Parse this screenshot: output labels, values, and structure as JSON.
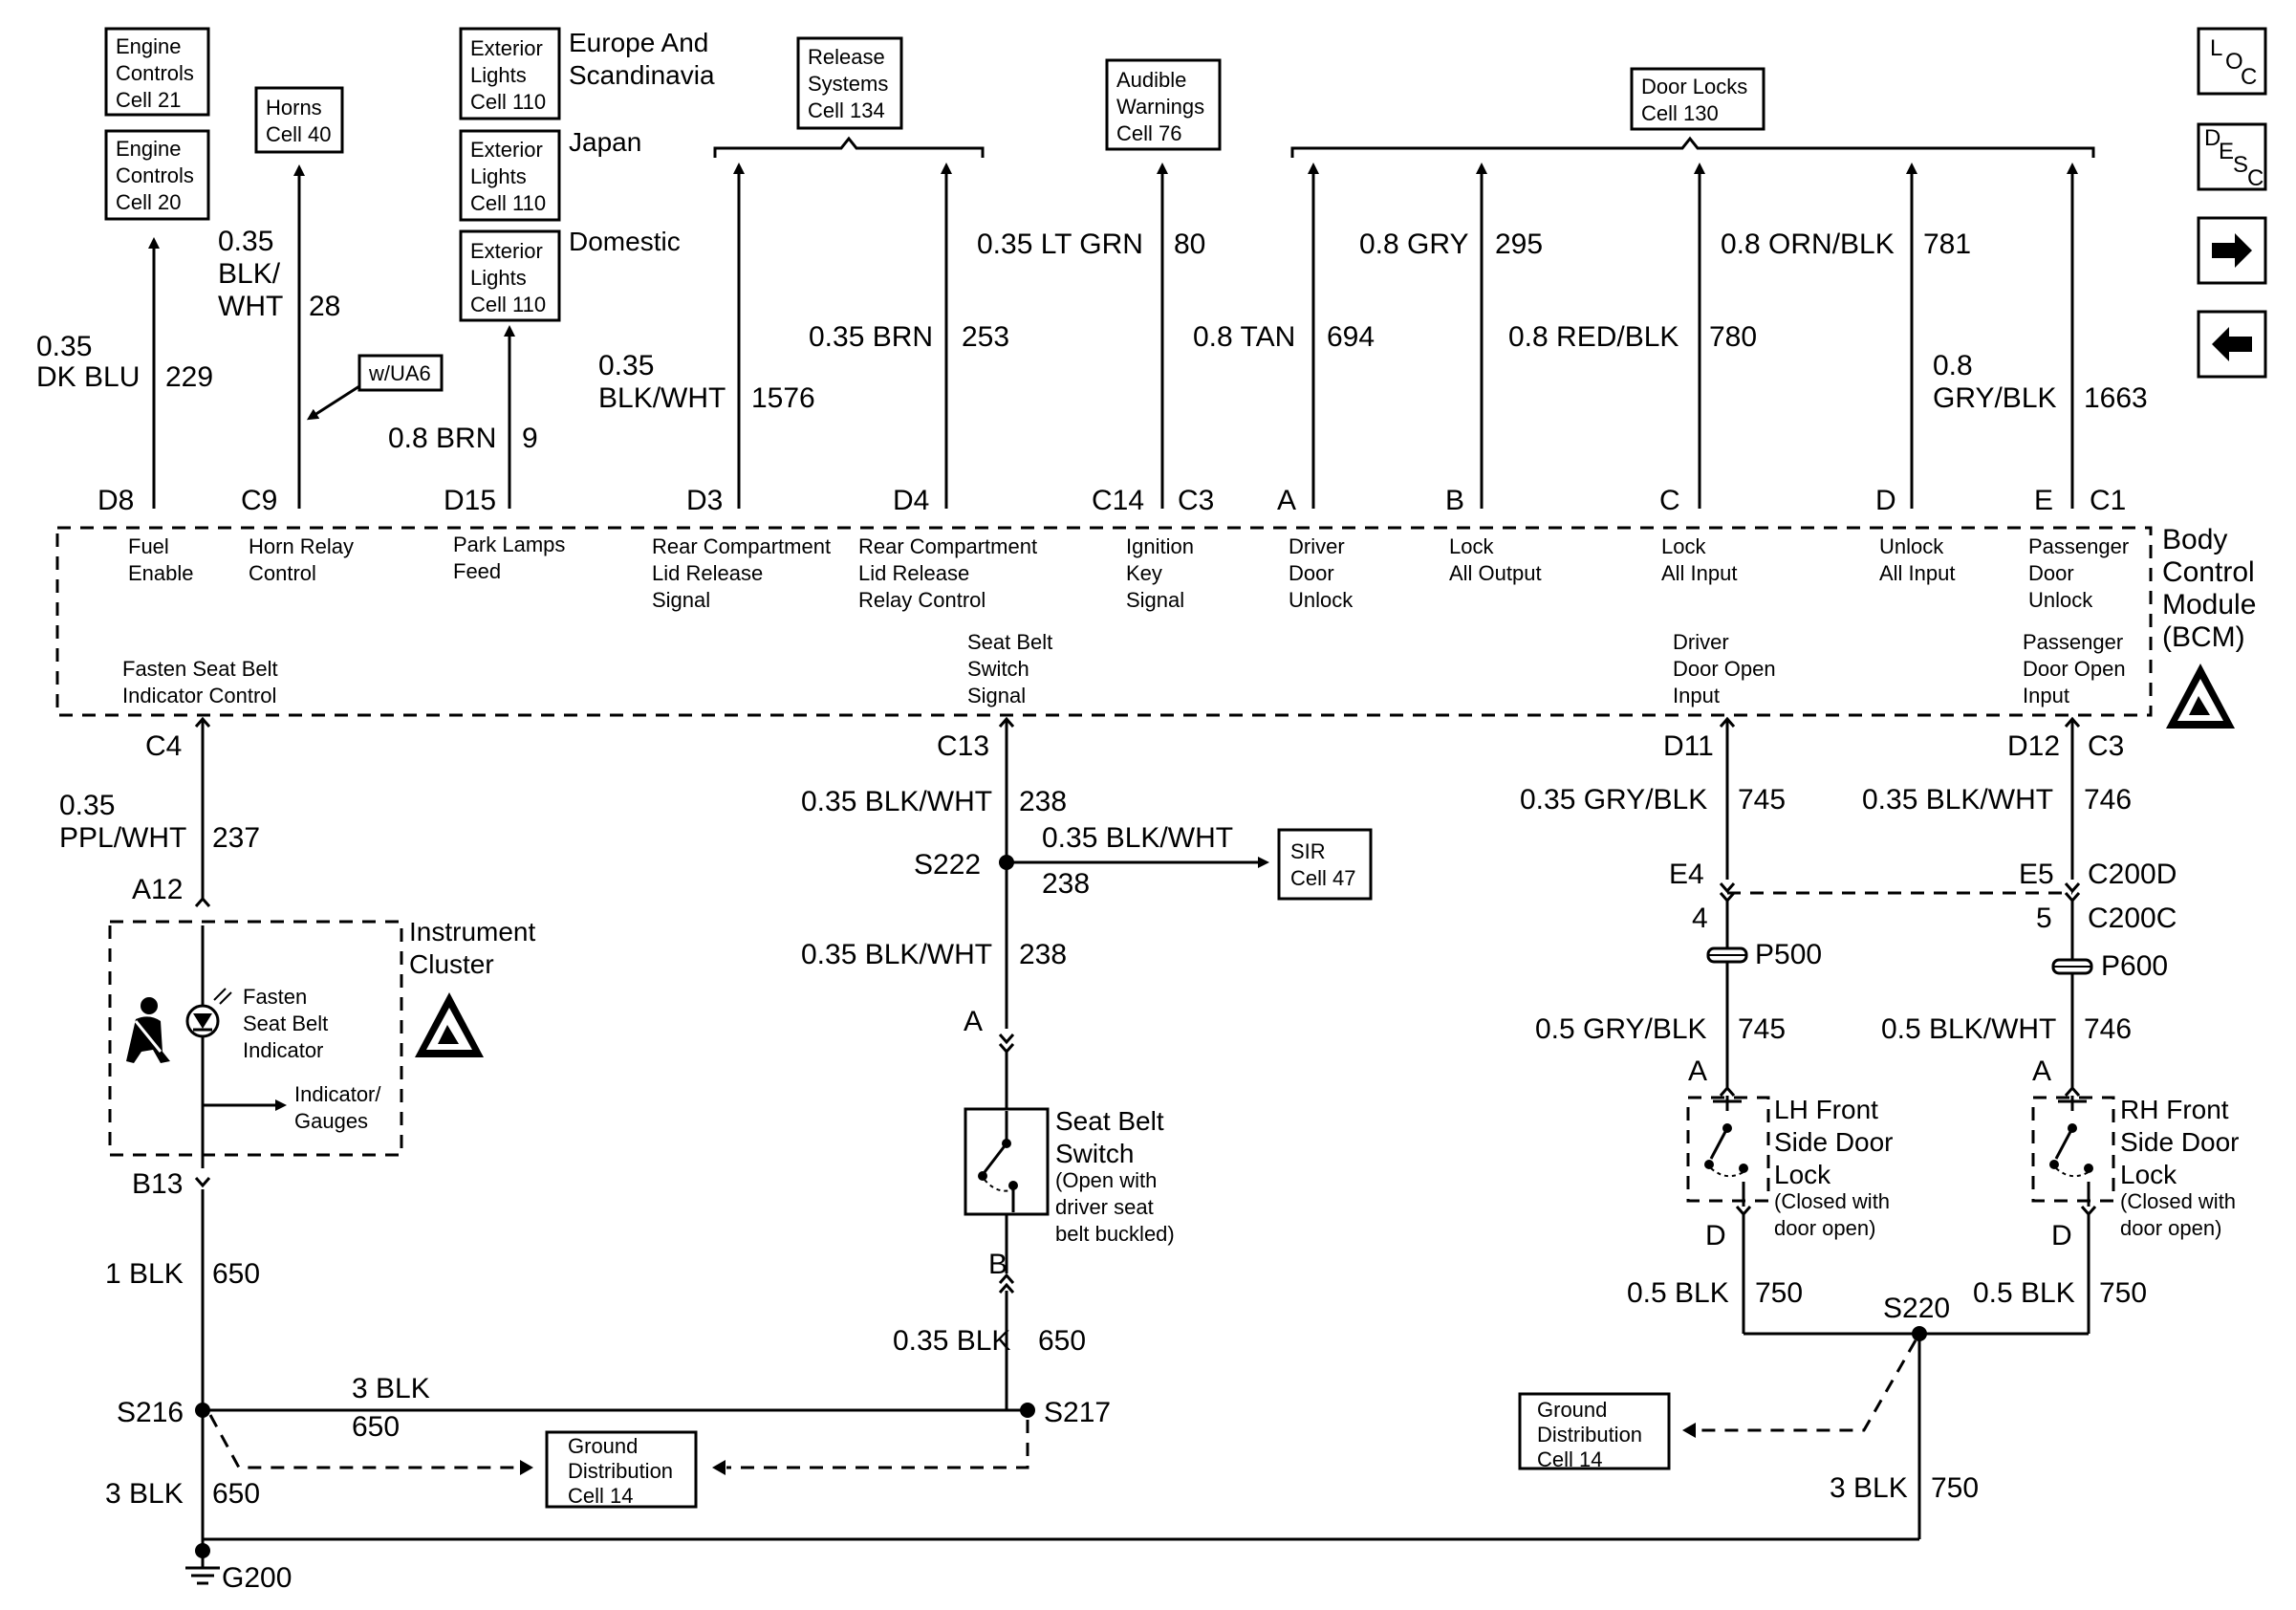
{
  "ref_boxes": {
    "engine_21": [
      "Engine",
      "Controls",
      "Cell 21"
    ],
    "engine_20": [
      "Engine",
      "Controls",
      "Cell 20"
    ],
    "horns": [
      "Horns",
      "Cell 40"
    ],
    "ext_eu": [
      "Exterior",
      "Lights",
      "Cell 110"
    ],
    "ext_jp": [
      "Exterior",
      "Lights",
      "Cell 110"
    ],
    "ext_dom": [
      "Exterior",
      "Lights",
      "Cell 110"
    ],
    "release": [
      "Release",
      "Systems",
      "Cell 134"
    ],
    "audible": [
      "Audible",
      "Warnings",
      "Cell 76"
    ],
    "doorlocks": [
      "Door Locks",
      "Cell 130"
    ],
    "sir": [
      "SIR",
      "Cell 47"
    ],
    "ground_left": [
      "Ground",
      "Distribution",
      "Cell 14"
    ],
    "ground_right": [
      "Ground",
      "Distribution",
      "Cell 14"
    ]
  },
  "region_labels": {
    "europe": [
      "Europe And",
      "Scandinavia"
    ],
    "japan": "Japan",
    "domestic": "Domestic"
  },
  "option_tag": "w/UA6",
  "wires": {
    "w229": [
      "0.35",
      "DK BLU",
      "229"
    ],
    "w28": [
      "0.35",
      "BLK/",
      "WHT",
      "28"
    ],
    "w9": [
      "0.8 BRN",
      "9"
    ],
    "w1576": [
      "0.35",
      "BLK/WHT",
      "1576"
    ],
    "w253": [
      "0.35 BRN",
      "253"
    ],
    "w80": [
      "0.35 LT GRN",
      "80"
    ],
    "w694": [
      "0.8 TAN",
      "694"
    ],
    "w295": [
      "0.8 GRY",
      "295"
    ],
    "w780": [
      "0.8 RED/BLK",
      "780"
    ],
    "w781": [
      "0.8 ORN/BLK",
      "781"
    ],
    "w1663": [
      "0.8",
      "GRY/BLK",
      "1663"
    ],
    "w237": [
      "0.35",
      "PPL/WHT",
      "237"
    ],
    "w238a": [
      "0.35 BLK/WHT",
      "238"
    ],
    "w238b": [
      "0.35 BLK/WHT",
      "238"
    ],
    "w238c": [
      "0.35 BLK/WHT",
      "238"
    ],
    "w745a": [
      "0.35 GRY/BLK",
      "745"
    ],
    "w746a": [
      "0.35 BLK/WHT",
      "746"
    ],
    "w745b": [
      "0.5 GRY/BLK",
      "745"
    ],
    "w746b": [
      "0.5 BLK/WHT",
      "746"
    ],
    "w650a": [
      "1 BLK",
      "650"
    ],
    "w650b": [
      "0.35 BLK",
      "650"
    ],
    "w650c": [
      "3 BLK",
      "650"
    ],
    "w650d": [
      "3 BLK",
      "650"
    ],
    "w750a": [
      "0.5 BLK",
      "750"
    ],
    "w750b": [
      "0.5 BLK",
      "750"
    ],
    "w750c": [
      "3 BLK",
      "750"
    ]
  },
  "pins": {
    "top": [
      "D8",
      "C9",
      "D15",
      "D3",
      "D4",
      "C14",
      "C3",
      "A",
      "B",
      "C",
      "D",
      "E",
      "C1"
    ],
    "bottom": [
      "C4",
      "C13",
      "D11",
      "D12",
      "C3"
    ]
  },
  "bcm": {
    "title": [
      "Body",
      "Control",
      "Module",
      "(BCM)"
    ],
    "inputs_top": [
      [
        "Fuel",
        "Enable"
      ],
      [
        "Horn Relay",
        "Control"
      ],
      [
        "Park Lamps",
        "Feed"
      ],
      [
        "Rear Compartment",
        "Lid Release",
        "Signal"
      ],
      [
        "Rear Compartment",
        "Lid Release",
        "Relay Control"
      ],
      [
        "Ignition",
        "Key",
        "Signal"
      ],
      [
        "Driver",
        "Door",
        "Unlock"
      ],
      [
        "Lock",
        "All Output"
      ],
      [
        "Lock",
        "All Input"
      ],
      [
        "Unlock",
        "All Input"
      ],
      [
        "Passenger",
        "Door",
        "Unlock"
      ]
    ],
    "inputs_bottom": [
      [
        "Fasten Seat Belt",
        "Indicator Control"
      ],
      [
        "Seat Belt",
        "Switch",
        "Signal"
      ],
      [
        "Driver",
        "Door Open",
        "Input"
      ],
      [
        "Passenger",
        "Door Open",
        "Input"
      ]
    ]
  },
  "cluster": {
    "title": [
      "Instrument",
      "Cluster"
    ],
    "indicator": [
      "Fasten",
      "Seat Belt",
      "Indicator"
    ],
    "gauges": [
      "Indicator/",
      "Gauges"
    ],
    "pin_in": "A12",
    "pin_out": "B13"
  },
  "seat_switch": {
    "title": [
      "Seat Belt",
      "Switch"
    ],
    "note": [
      "(Open with",
      "driver seat",
      "belt buckled)"
    ],
    "pin_a": "A",
    "pin_b": "B"
  },
  "door_locks": {
    "lh": [
      "LH Front",
      "Side Door",
      "Lock"
    ],
    "rh": [
      "RH Front",
      "Side Door",
      "Lock"
    ],
    "note": [
      "(Closed with",
      "door open)"
    ],
    "pin_a": "A",
    "pin_d": "D"
  },
  "connectors": {
    "e4": "E4",
    "e5": "E5",
    "c200d": "C200D",
    "c200c": "C200C",
    "n4": "4",
    "n5": "5",
    "p500": "P500",
    "p600": "P600"
  },
  "splices": {
    "s222": "S222",
    "s216": "S216",
    "s217": "S217",
    "s220": "S220"
  },
  "ground": "G200",
  "nav": {
    "loc": [
      "L",
      "O",
      "C"
    ],
    "desc": [
      "D",
      "E",
      "S",
      "C"
    ],
    "next_icon": "arrow-right-icon",
    "prev_icon": "arrow-left-icon"
  }
}
